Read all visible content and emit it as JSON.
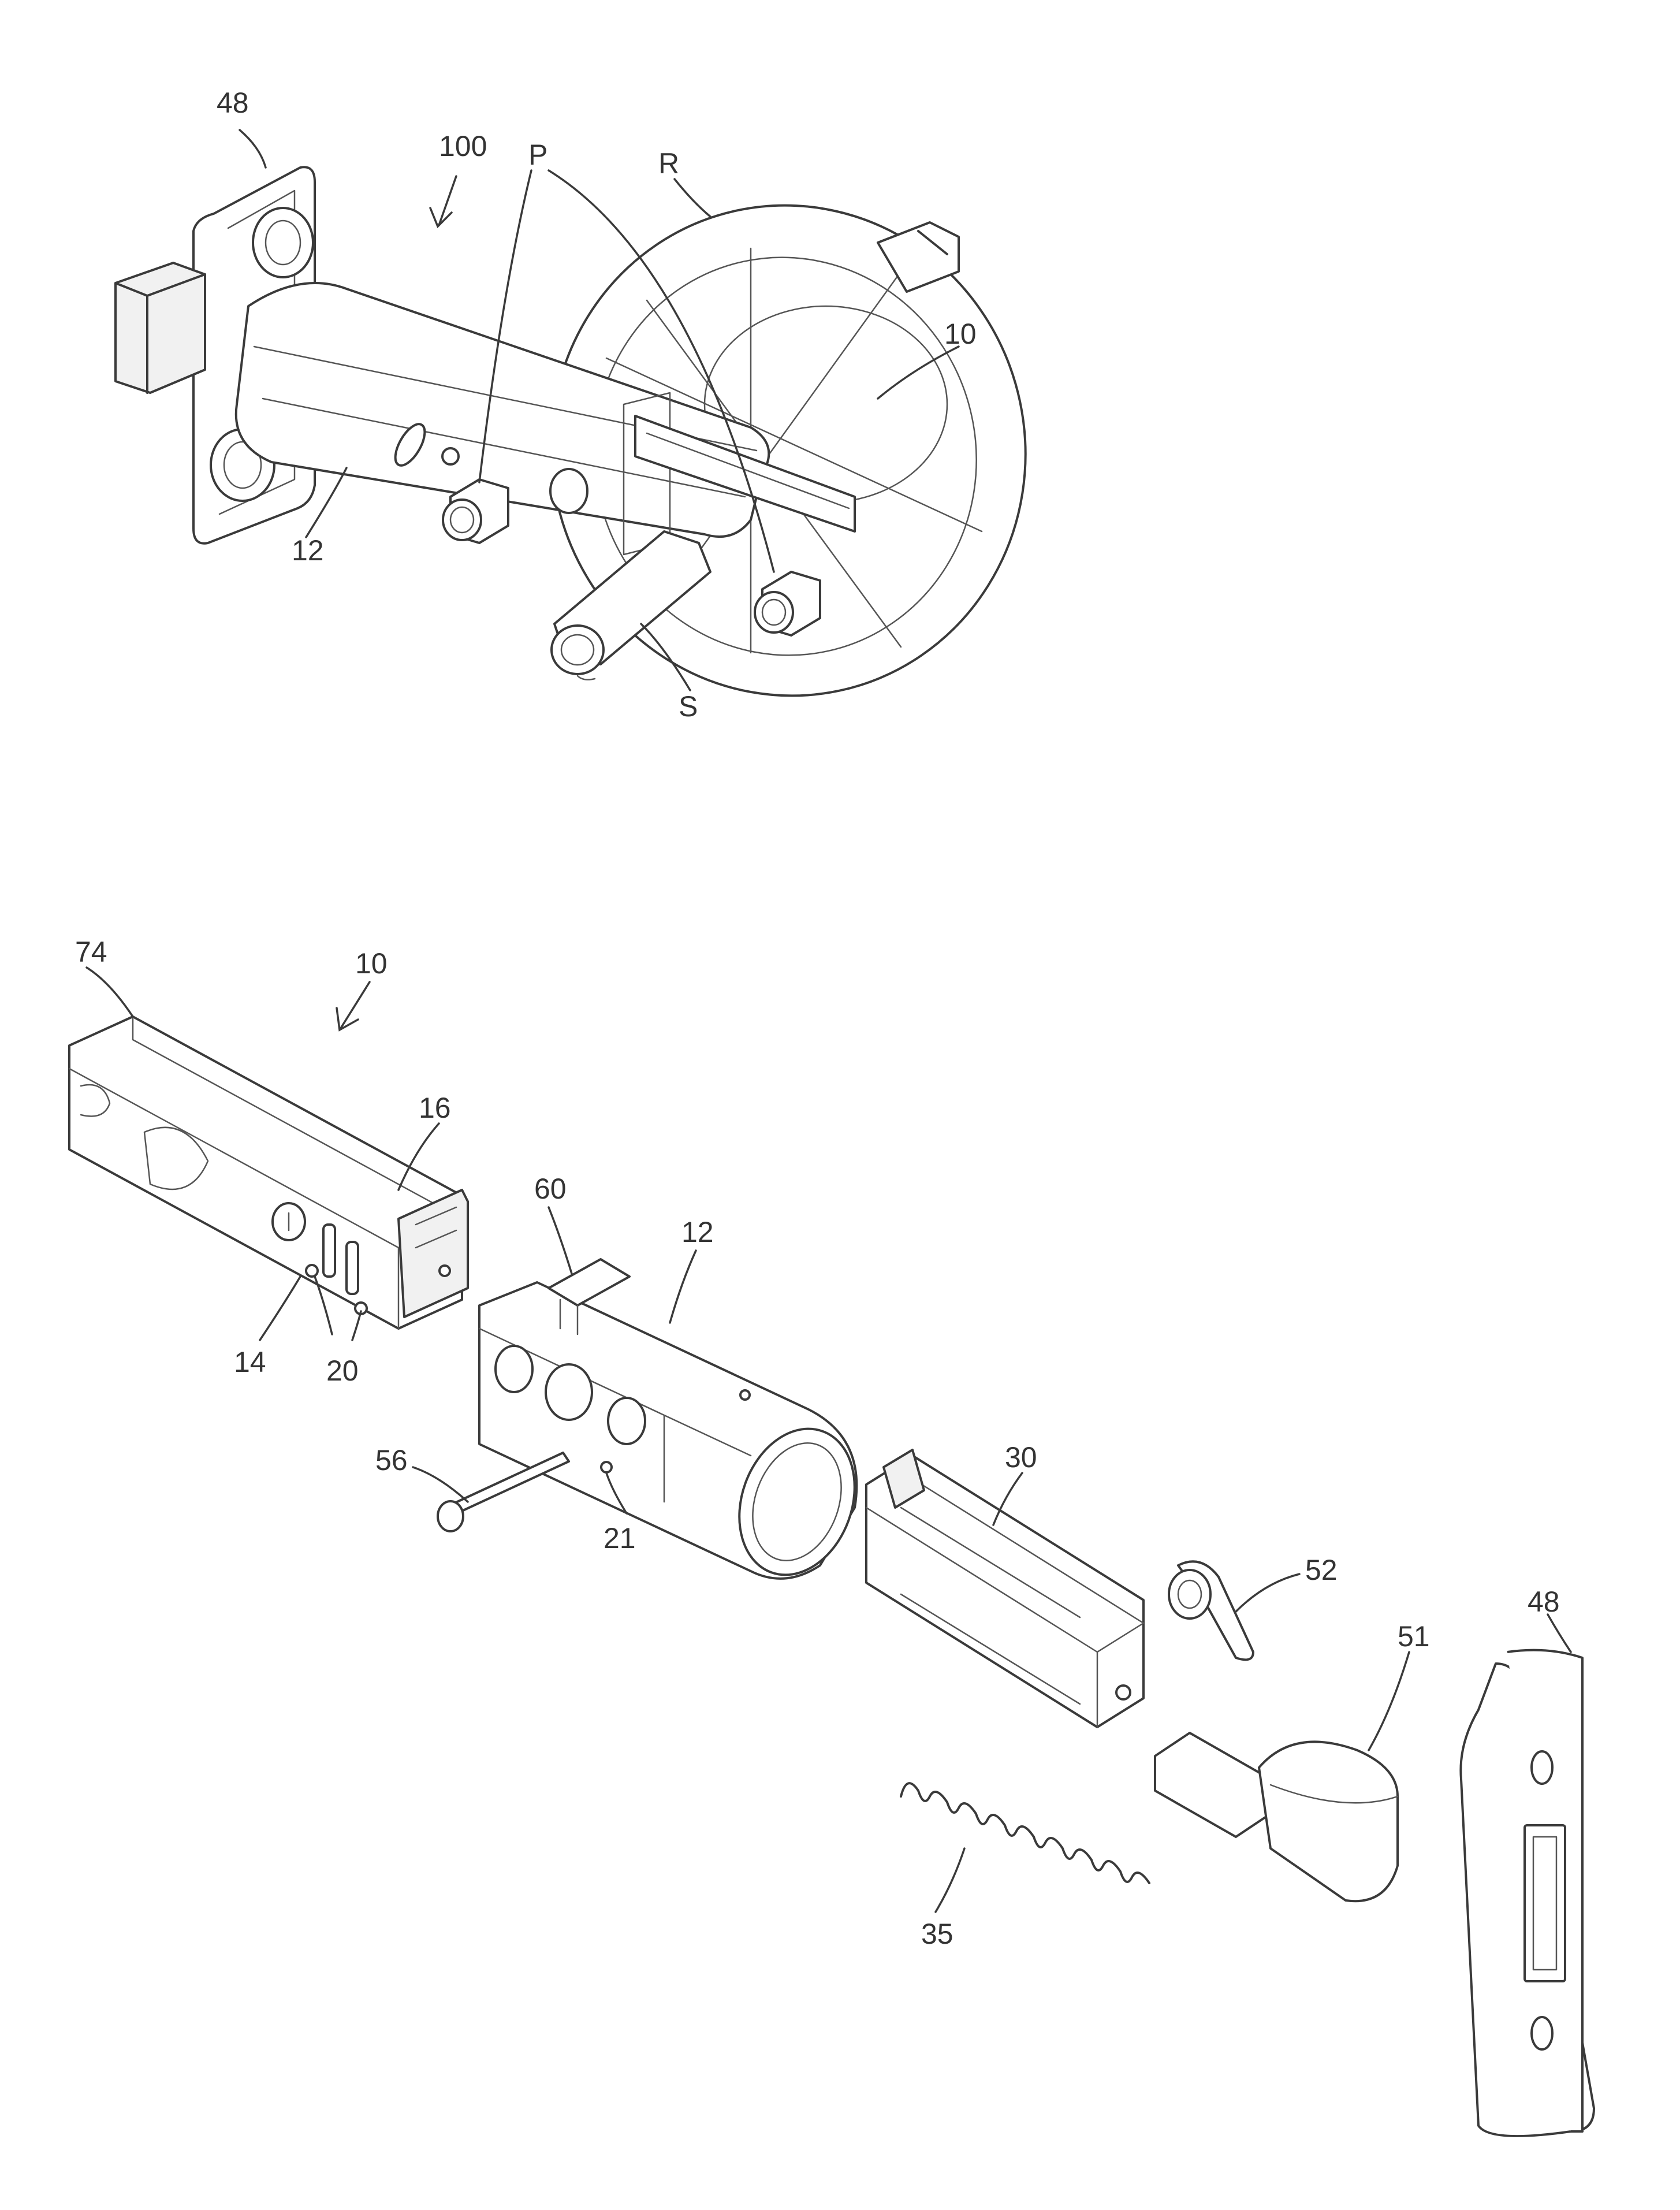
{
  "figure_top": {
    "reference_labels": {
      "assembly": "100",
      "faceplate": "48",
      "pins": "P",
      "rose": "R",
      "latch": "10",
      "housing": "12",
      "spindle": "S"
    }
  },
  "figure_bottom": {
    "reference_labels": {
      "latch": "10",
      "frame": "74",
      "slide": "16",
      "tab": "60",
      "housing": "12",
      "frame_face": "14",
      "holes": "20",
      "pin": "56",
      "hole": "21",
      "retractor": "30",
      "cam": "52",
      "bolt": "51",
      "faceplate": "48",
      "spring": "35"
    }
  }
}
